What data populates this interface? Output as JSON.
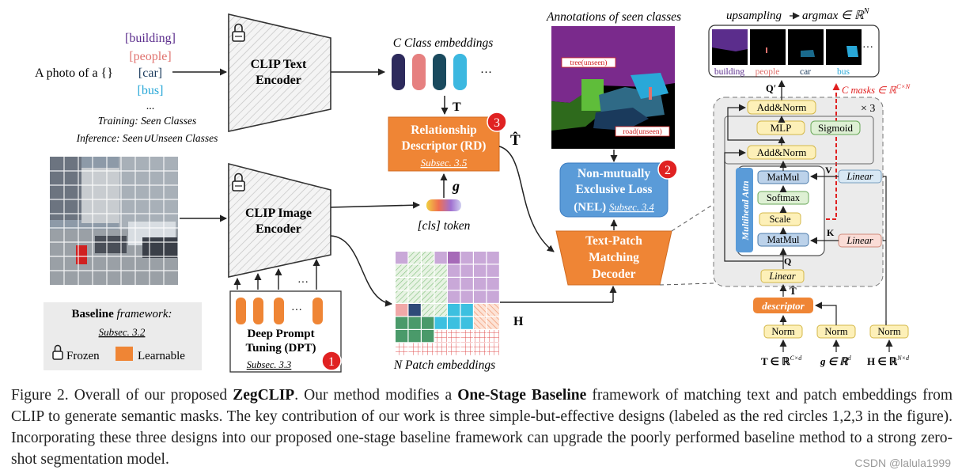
{
  "figure": {
    "text_input": {
      "classes": [
        {
          "label": "[building]",
          "color": "#5b2d8c"
        },
        {
          "label": "[people]",
          "color": "#e0726e"
        },
        {
          "label": "[car]",
          "color": "#1a3a5c"
        },
        {
          "label": "[bus]",
          "color": "#29a8d8"
        }
      ],
      "ellipsis": "...",
      "prompt": "A photo of a {}",
      "training_note": "Training: Seen Classes",
      "inference_note": "Inference: Seen∪Unseen Classes"
    },
    "clip_text_encoder": "CLIP Text\nEncoder",
    "clip_image_encoder": "CLIP Image\nEncoder",
    "class_embeddings": {
      "title": "C Class embeddings",
      "colors": [
        "#2d2a5c",
        "#e68080",
        "#1a4a5e",
        "#3cb8e0"
      ],
      "ellipsis": "···",
      "T_label": "T"
    },
    "rd_box": {
      "title": "Relationship\nDescriptor (RD)",
      "subsec": "Subsec. 3.5",
      "badge": "3",
      "T_hat": "T̂",
      "g_label": "g"
    },
    "cls_token": "[cls] token",
    "patch_embeddings": {
      "title": "N Patch embeddings",
      "H_label": "H"
    },
    "decoder": {
      "title": "Text-Patch\nMatching\nDecoder"
    },
    "nel": {
      "title": "Non-mutually\nExclusive Loss",
      "subtitle": "(NEL)",
      "subsec": "Subsec. 3.4",
      "badge": "2"
    },
    "annotations": {
      "title": "Annotations of seen classes",
      "tree_label": "tree(unseen)",
      "road_label": "road(unseen)"
    },
    "dpt": {
      "title": "Deep Prompt\nTuning (DPT)",
      "subsec": "Subsec. 3.3",
      "badge": "1",
      "ellipsis": "···"
    },
    "baseline_box": {
      "title_bold": "Baseline",
      "title_rest": " framework:",
      "subsec": "Subsec. 3.2",
      "frozen": "Frozen",
      "learnable": "Learnable"
    },
    "output": {
      "upsampling": "upsampling",
      "argmax": "argmax ∈ ℝ",
      "argmax_sup": "N",
      "labels": [
        {
          "text": "building",
          "color": "#5b2d8c"
        },
        {
          "text": "people",
          "color": "#e0726e"
        },
        {
          "text": "car",
          "color": "#1a3a5c"
        },
        {
          "text": "bus",
          "color": "#29a8d8"
        }
      ],
      "ellipsis": "···"
    },
    "decoder_detail": {
      "Q_prime": "Q′",
      "c_masks": "C masks ∈ ℝ",
      "c_masks_sup": "C×N",
      "repeat": "× 3",
      "add_norm": "Add&Norm",
      "mlp": "MLP",
      "sigmoid": "Sigmoid",
      "matmul": "MatMul",
      "softmax": "Softmax",
      "scale": "Scale",
      "linear": "Linear",
      "V": "V",
      "K": "K",
      "Q": "Q",
      "multihead": "Multihead Attn",
      "T_hat": "T̂",
      "descriptor": "descriptor",
      "norm": "Norm",
      "input_T": "T ∈ ℝ",
      "input_T_sup": "C×d",
      "input_g": "g ∈ ℝ",
      "input_g_sup": "d",
      "input_H": "H ∈ ℝ",
      "input_H_sup": "N×d"
    }
  },
  "caption": {
    "prefix": "Figure 2.  Overall of our proposed ",
    "bold1": "ZegCLIP",
    "mid1": ". Our method modifies a ",
    "bold2": "One-Stage Baseline",
    "rest": " framework of matching text and patch embeddings from CLIP to generate semantic masks. The key contribution of our work is three simple-but-effective designs (labeled as the red circles 1,2,3 in the figure). Incorporating these three designs into our proposed one-stage baseline framework can upgrade the poorly performed baseline method to a strong zero-shot segmentation model."
  },
  "watermark": "CSDN @lalula1999"
}
